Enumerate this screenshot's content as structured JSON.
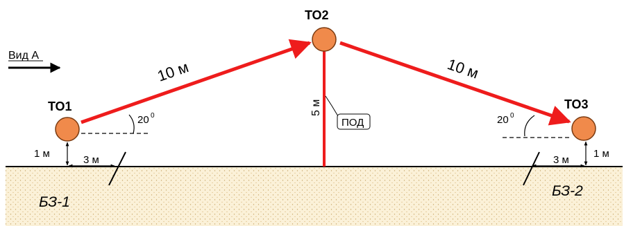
{
  "nodes": {
    "to1": "ТО1",
    "to2": "ТО2",
    "to3": "ТО3"
  },
  "view": {
    "label": "Вид А"
  },
  "spans": {
    "left": "10 м",
    "right": "10 м"
  },
  "pole": {
    "height": "5 м",
    "callout": "ПОД"
  },
  "angles": {
    "left": "20",
    "right": "20",
    "degree": "0"
  },
  "dims": {
    "left_height": "1 м",
    "left_offset": "3 м",
    "right_height": "1 м",
    "right_offset": "3 м"
  },
  "zones": {
    "left": "БЗ-1",
    "right": "БЗ-2"
  },
  "colors": {
    "cable": "#ee1c1c",
    "node_fill": "#f08a4b",
    "node_stroke": "#7a3a10",
    "ground_fill": "#fbf1d8",
    "ground_dot": "#c9a96b"
  }
}
